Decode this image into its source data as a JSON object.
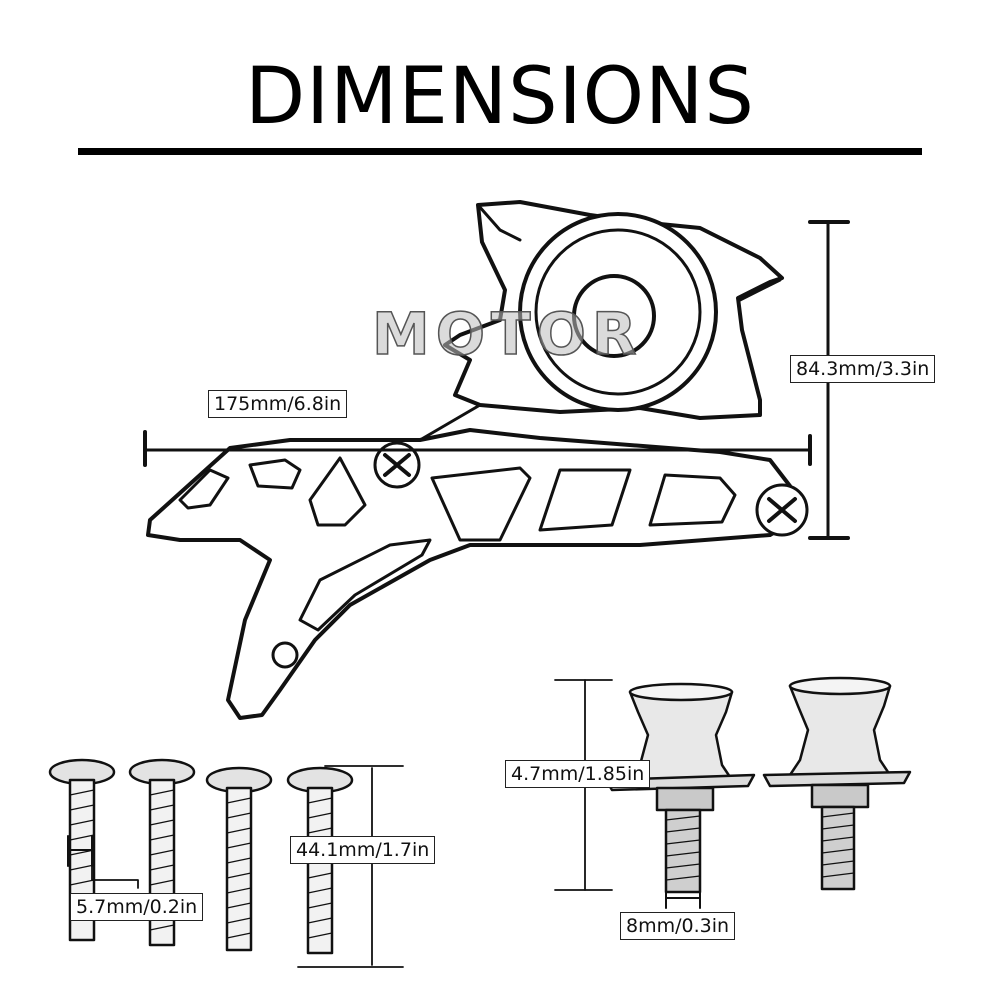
{
  "title": "DIMENSIONS",
  "watermark": "MOTOR",
  "dimensions": {
    "length": "175mm/6.8in",
    "height": "84.3mm/3.3in",
    "spool_height": "4.7mm/1.85in",
    "bolt_length": "44.1mm/1.7in",
    "bolt_diameter": "5.7mm/0.2in",
    "thread_diameter": "8mm/0.3in"
  },
  "colors": {
    "line": "#111111",
    "part_fill": "#ffffff",
    "metal_fill": "#d9d9d9"
  }
}
